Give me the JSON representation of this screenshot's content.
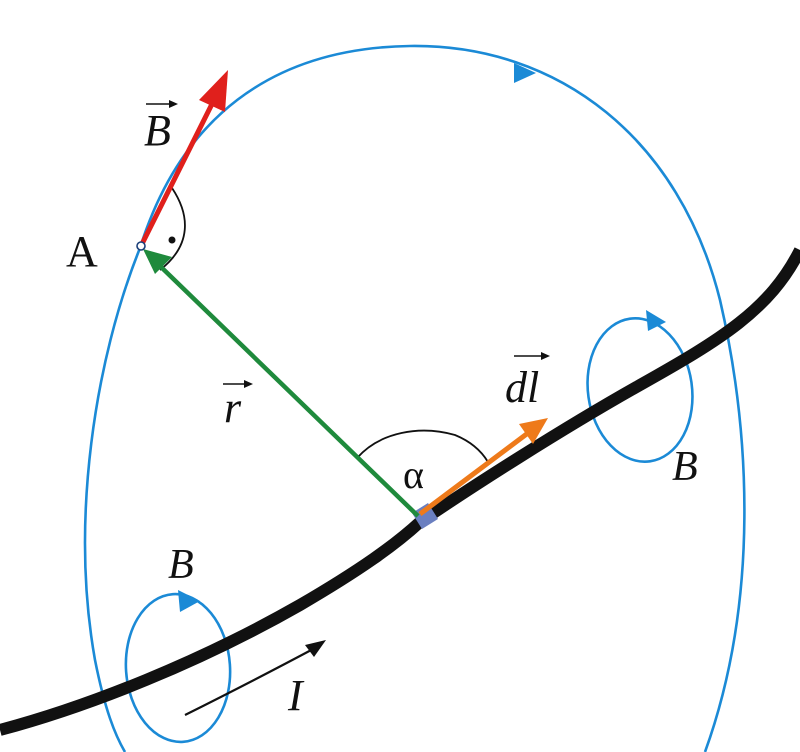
{
  "labels": {
    "point": "A",
    "vec_B": "B",
    "vec_r": "r",
    "vec_dl": "dl",
    "angle": "α",
    "current": "I",
    "loop_field_left": "B",
    "loop_field_right": "B",
    "right_angle_dot": "·"
  },
  "colors": {
    "wire": "#111111",
    "field_lines": "#1b8ad6",
    "B_vector": "#e0201c",
    "r_vector": "#1f8a3c",
    "dl_vector": "#ee7a1a",
    "segment_marker": "#6a7fc0",
    "text": "#111111"
  },
  "icons": {
    "field_arrow": "arrowhead-icon",
    "vector_arrow": "vector-arrow-icon"
  }
}
